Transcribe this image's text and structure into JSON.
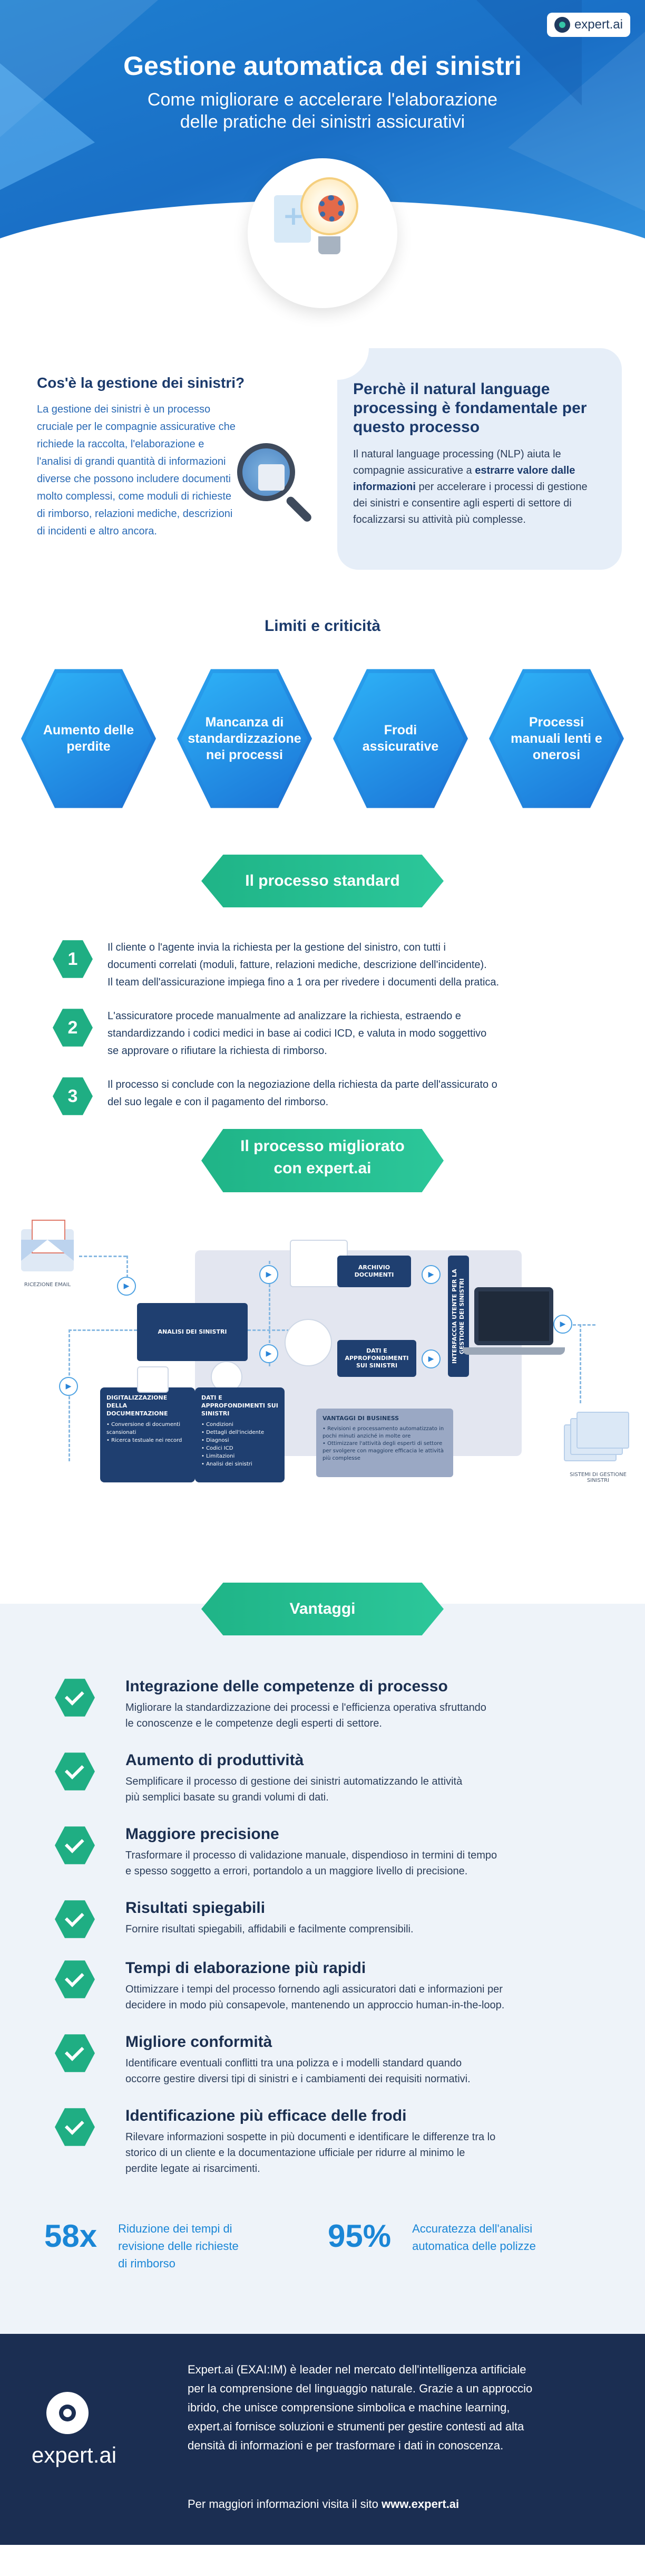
{
  "brand": {
    "name": "expert.ai",
    "colors": {
      "primary_blue": "#1a6fc6",
      "accent_green": "#1fae83",
      "navy": "#1b2e52",
      "stat_blue": "#1a86d6"
    }
  },
  "hero": {
    "title": "Gestione automatica dei sinistri",
    "subtitle_line1": "Come migliorare e accelerare l'elaborazione",
    "subtitle_line2": "delle pratiche dei sinistri assicurativi"
  },
  "intro": {
    "what_title": "Cos'è la gestione dei sinistri?",
    "what_text": "La gestione dei sinistri è un processo cruciale per le compagnie assicurative che richiede la raccolta, l'elaborazione e l'analisi di grandi quantità di informazioni diverse che possono includere documenti molto complessi, come moduli di richieste di rimborso, relazioni mediche, descrizioni di incidenti e altro ancora.",
    "why_title": "Perchè il natural language processing è fondamentale per questo processo",
    "why_text_1": "Il natural language processing (NLP) aiuta le compagnie assicurative a ",
    "why_text_bold": "estrarre valore dalle informazioni",
    "why_text_2": " per accelerare i processi di gestione dei sinistri e consentire agli esperti di settore di focalizzarsi su attività più complesse."
  },
  "limits": {
    "title": "Limiti e criticità",
    "items": [
      "Aumento delle perdite",
      "Mancanza di standardizzazione nei processi",
      "Frodi assicurative",
      "Processi manuali lenti e onerosi"
    ]
  },
  "standard": {
    "title": "Il processo standard",
    "steps": [
      {
        "num": "1",
        "line1": "Il cliente o l'agente invia la richiesta per la gestione del sinistro, con tutti i",
        "line2": "documenti correlati (moduli, fatture, relazioni mediche, descrizione dell'incidente).",
        "line3": "Il team dell'assicurazione impiega fino a 1 ora per rivedere i documenti della pratica."
      },
      {
        "num": "2",
        "line1": "L'assicuratore procede manualmente ad analizzare la richiesta, estraendo e",
        "line2": "standardizzando i codici medici in base ai codici ICD, e valuta in modo soggettivo",
        "line3": "se approvare o rifiutare la richiesta di rimborso."
      },
      {
        "num": "3",
        "line1": "Il processo si conclude con la negoziazione della richiesta da parte dell'assicurato o",
        "line2": "del suo legale e con il pagamento del rimborso.",
        "line3": ""
      }
    ]
  },
  "improved": {
    "title_line1": "Il processo migliorato",
    "title_line2": "con expert.ai",
    "diagram": {
      "email": "RICEZIONE EMAIL",
      "analysis": "ANALISI DEI SINISTRI",
      "archive": "ARCHIVIO DOCUMENTI",
      "data": "DATI E APPROFONDIMENTI SUI SINISTRI",
      "interface": "INTERFACCIA UTENTE PER LA GESTIONE DEI SINISTRI",
      "system": "SISTEMI DI GESTIONE SINISTRI",
      "digit_title": "DIGITALIZZAZIONE DELLA DOCUMENTAZIONE",
      "digit_items": [
        "Conversione di documenti scansionati",
        "Ricerca testuale nei record"
      ],
      "insights_title": "DATI E APPROFONDIMENTI SUI SINISTRI",
      "insights_items": [
        "Condizioni",
        "Dettagli dell'incidente",
        "Diagnosi",
        "Codici ICD",
        "Limitazioni",
        "Analisi dei sinistri"
      ],
      "benefits_title": "VANTAGGI DI BUSINESS",
      "benefits_items": [
        "Revisioni e processamento automatizzato in pochi minuti anziché in molte ore",
        "Ottimizzare l'attività degli esperti di settore per svolgere con maggiore efficacia le attività più complesse"
      ]
    }
  },
  "advantages": {
    "title": "Vantaggi",
    "items": [
      {
        "title": "Integrazione delle competenze di processo",
        "line1": "Migliorare la standardizzazione dei processi e l'efficienza operativa sfruttando",
        "line2": "le conoscenze e le competenze degli esperti di settore.",
        "line3": ""
      },
      {
        "title": "Aumento di produttività",
        "line1": "Semplificare il processo di gestione dei sinistri automatizzando le attività",
        "line2": "più semplici basate su grandi volumi di dati.",
        "line3": ""
      },
      {
        "title": "Maggiore precisione",
        "line1": "Trasformare il processo di validazione manuale, dispendioso in termini di tempo",
        "line2": "e spesso soggetto a errori, portandolo a un maggiore livello di precisione.",
        "line3": ""
      },
      {
        "title": "Risultati spiegabili",
        "line1": "Fornire risultati spiegabili, affidabili e facilmente comprensibili.",
        "line2": "",
        "line3": ""
      },
      {
        "title": "Tempi di elaborazione più rapidi",
        "line1": "Ottimizzare i tempi del processo fornendo agli assicuratori dati e informazioni per",
        "line2": "decidere in modo più consapevole, mantenendo un approccio human-in-the-loop.",
        "line3": ""
      },
      {
        "title": "Migliore conformità",
        "line1": "Identificare eventuali conflitti tra una polizza e i modelli standard quando",
        "line2": "occorre gestire diversi tipi di sinistri e i cambiamenti dei requisiti normativi.",
        "line3": ""
      },
      {
        "title": "Identificazione più efficace delle frodi",
        "line1": "Rilevare informazioni sospette in più documenti e identificare le differenze tra lo",
        "line2": "storico di un cliente e la documentazione ufficiale per ridurre al minimo le",
        "line3": "perdite legate ai risarcimenti."
      }
    ]
  },
  "stats": [
    {
      "value": "58x",
      "line1": "Riduzione dei tempi di",
      "line2": "revisione delle richieste",
      "line3": "di rimborso"
    },
    {
      "value": "95%",
      "line1": "Accuratezza dell'analisi",
      "line2": "automatica delle polizze",
      "line3": ""
    }
  ],
  "footer": {
    "logo_text": "expert.ai",
    "about_1": "Expert.ai (EXAI:IM) è leader nel mercato dell'intelligenza artificiale",
    "about_2": "per la comprensione del linguaggio naturale. Grazie a un approccio",
    "about_3": "ibrido, che unisce comprensione simbolica e machine learning,",
    "about_4": "expert.ai fornisce soluzioni e strumenti per gestire contesti ad alta",
    "about_5": "densità di informazioni e per trasformare i dati in conoscenza.",
    "more_text": "Per maggiori informazioni visita il sito ",
    "more_link": "www.expert.ai"
  }
}
